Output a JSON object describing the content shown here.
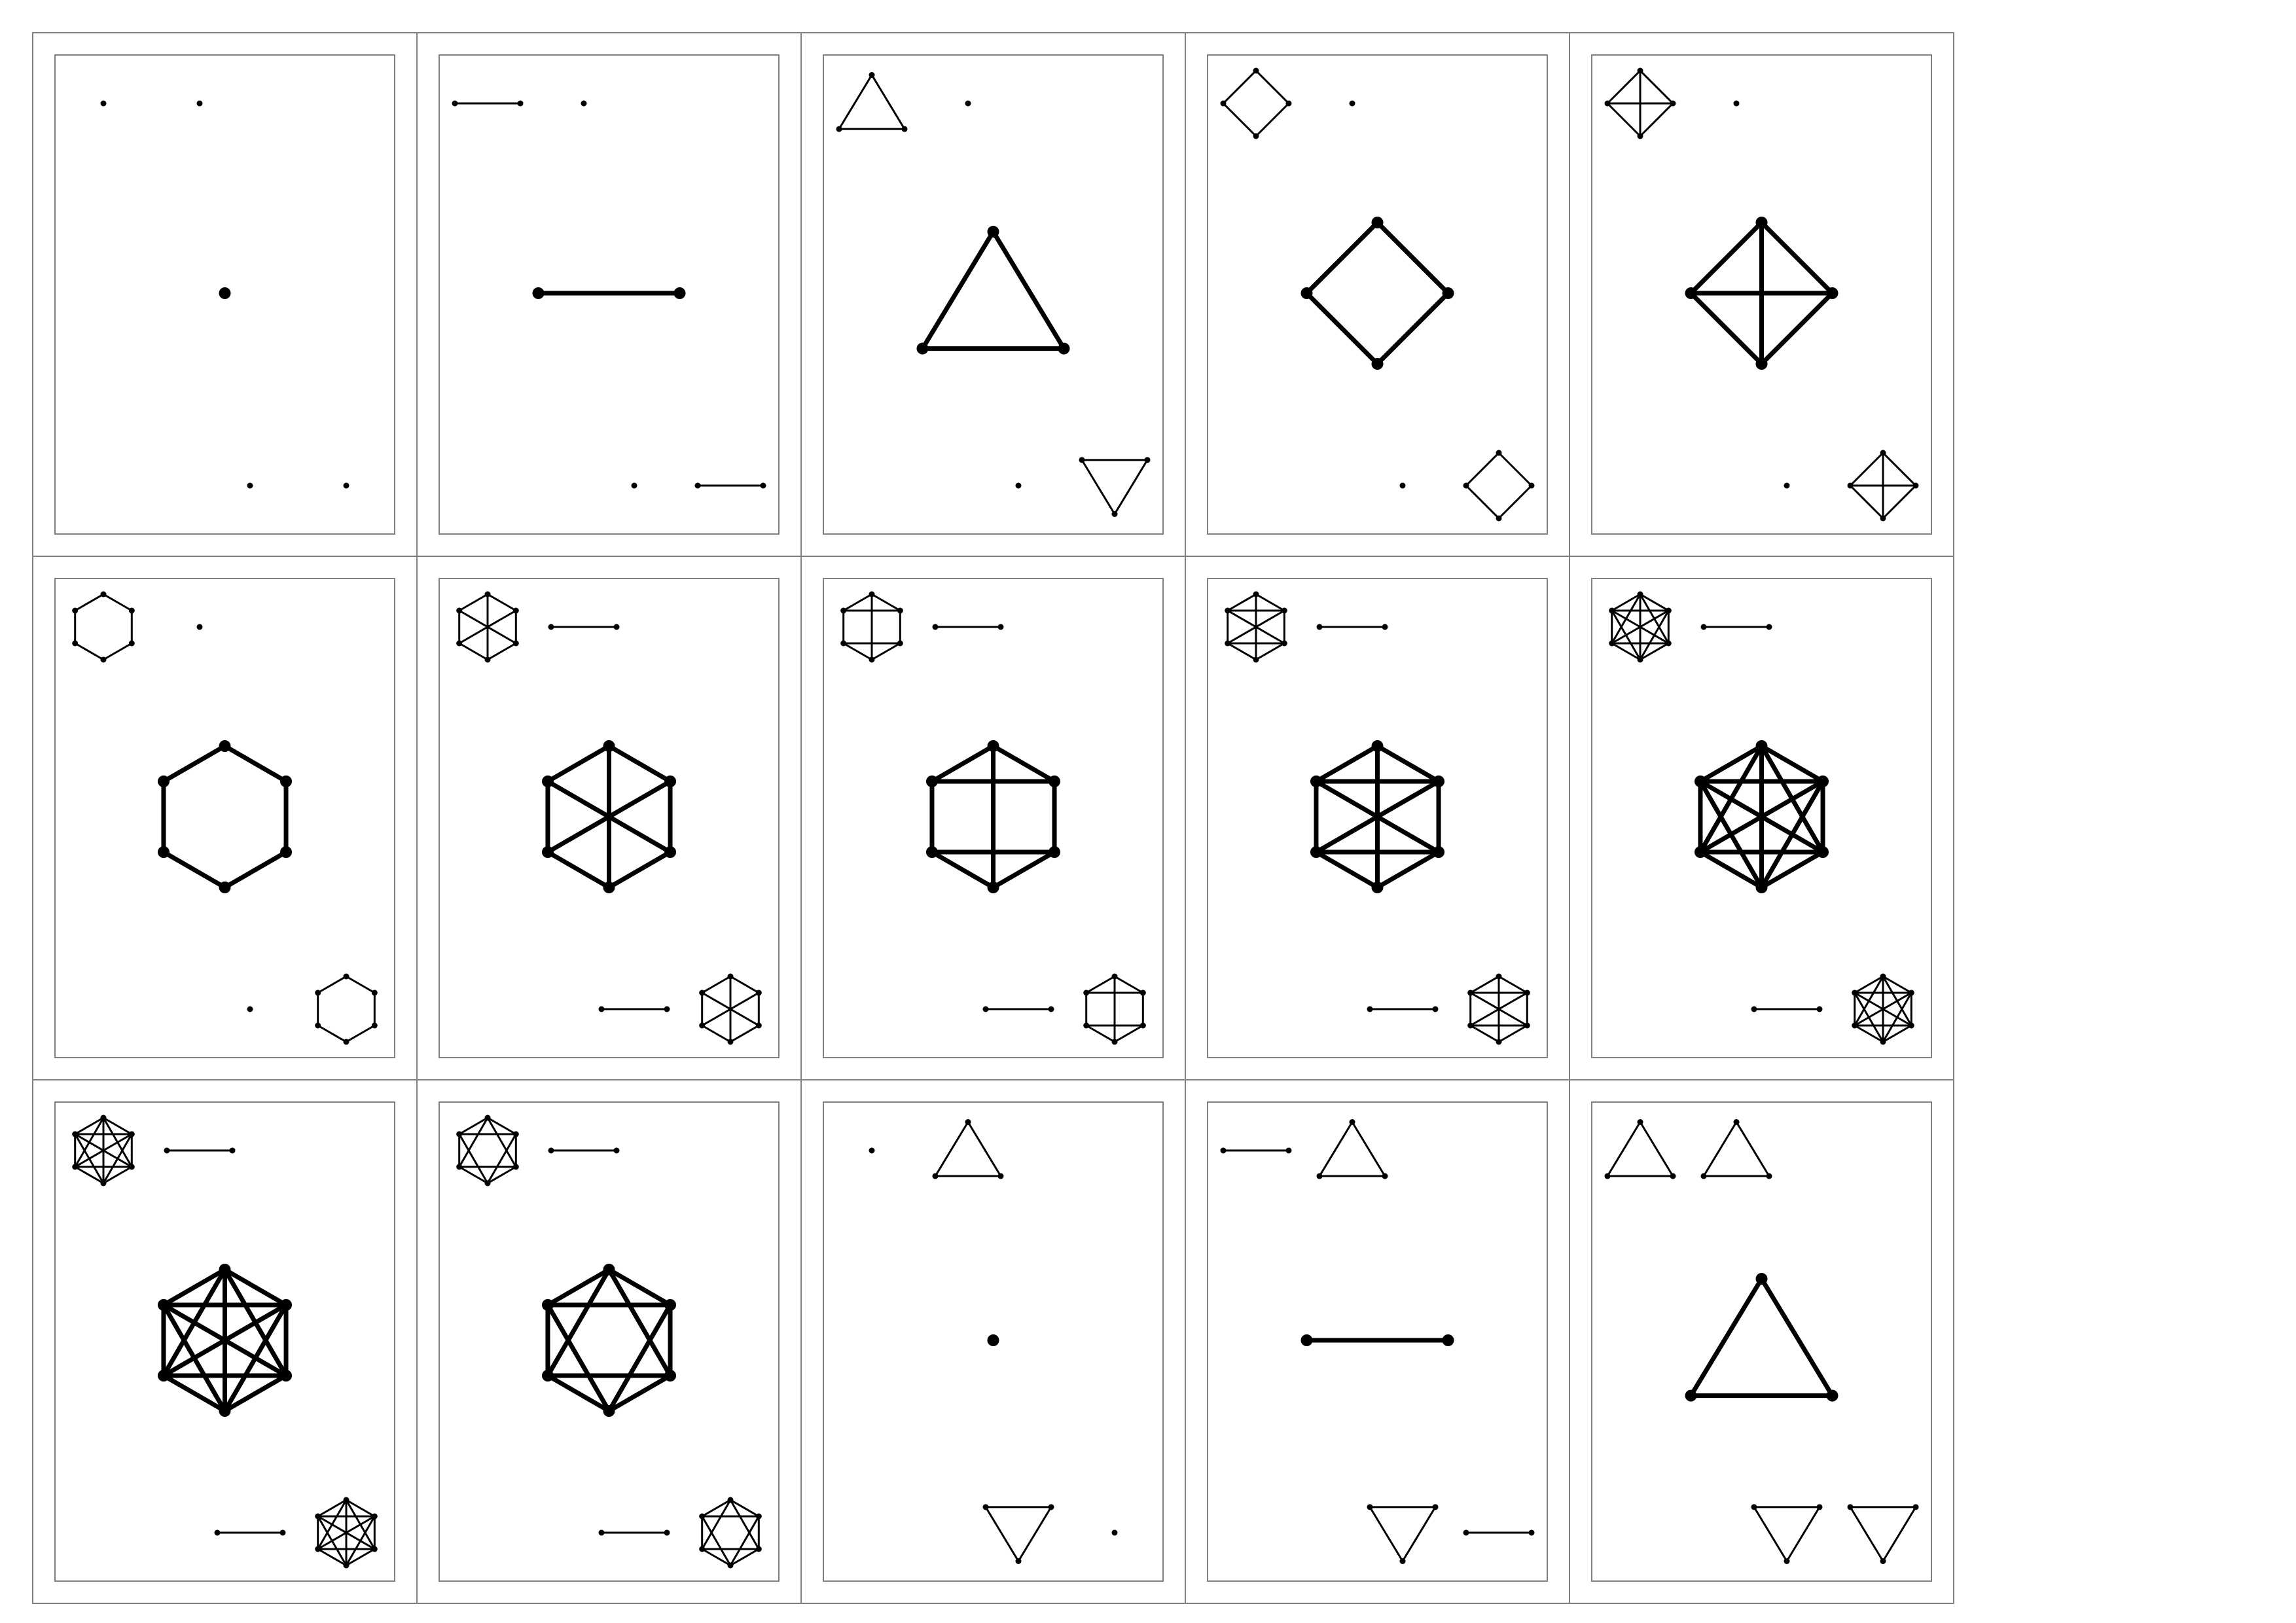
{
  "sheet": {
    "rows": 3,
    "columns": 5,
    "line_color": "#000000",
    "frame_color": "#808080"
  },
  "cards": [
    {
      "id": "point",
      "top_left": [
        "point",
        "point"
      ],
      "center": "point",
      "bottom_right": [
        "point",
        "point"
      ]
    },
    {
      "id": "segment",
      "top_left": [
        "segment",
        "point"
      ],
      "center": "segment",
      "bottom_right": [
        "point",
        "segment"
      ]
    },
    {
      "id": "triangle",
      "top_left": [
        "triangle",
        "point"
      ],
      "center": "triangle",
      "bottom_right": [
        "point",
        "triangle"
      ]
    },
    {
      "id": "square",
      "top_left": [
        "square",
        "point"
      ],
      "center": "square",
      "bottom_right": [
        "point",
        "square"
      ]
    },
    {
      "id": "square-with-diagonals",
      "top_left": [
        "square-with-diagonals",
        "point"
      ],
      "center": "square-with-diagonals",
      "bottom_right": [
        "point",
        "square-with-diagonals"
      ]
    },
    {
      "id": "hexagon",
      "top_left": [
        "hexagon",
        "point"
      ],
      "center": "hexagon",
      "bottom_right": [
        "point",
        "hexagon"
      ]
    },
    {
      "id": "hexagon-star",
      "top_left": [
        "hexagon-star",
        "segment"
      ],
      "center": "hexagon-star",
      "bottom_right": [
        "segment",
        "hexagon-star"
      ]
    },
    {
      "id": "hexagon-box",
      "top_left": [
        "hexagon-box",
        "segment"
      ],
      "center": "hexagon-box",
      "bottom_right": [
        "segment",
        "hexagon-box"
      ]
    },
    {
      "id": "hexagon-box-x",
      "top_left": [
        "hexagon-box-x",
        "segment"
      ],
      "center": "hexagon-box-x",
      "bottom_right": [
        "segment",
        "hexagon-box-x"
      ]
    },
    {
      "id": "hexagon-double-x",
      "top_left": [
        "hexagon-double-x",
        "segment"
      ],
      "center": "hexagon-double-x",
      "bottom_right": [
        "segment",
        "hexagon-double-x"
      ]
    },
    {
      "id": "hexagon-full",
      "top_left": [
        "hexagon-full",
        "segment"
      ],
      "center": "hexagon-full",
      "bottom_right": [
        "segment",
        "hexagon-full"
      ]
    },
    {
      "id": "hexagon-david",
      "top_left": [
        "hexagon-david",
        "segment"
      ],
      "center": "hexagon-david",
      "bottom_right": [
        "segment",
        "hexagon-david"
      ]
    },
    {
      "id": "point-triangle",
      "top_left": [
        "point",
        "triangle"
      ],
      "center": "point",
      "bottom_right": [
        "triangle",
        "point"
      ]
    },
    {
      "id": "segment-triangle",
      "top_left": [
        "segment",
        "triangle"
      ],
      "center": "segment",
      "bottom_right": [
        "triangle",
        "segment"
      ]
    },
    {
      "id": "triangle-triangle",
      "top_left": [
        "triangle",
        "triangle"
      ],
      "center": "triangle",
      "bottom_right": [
        "triangle",
        "triangle"
      ]
    }
  ]
}
